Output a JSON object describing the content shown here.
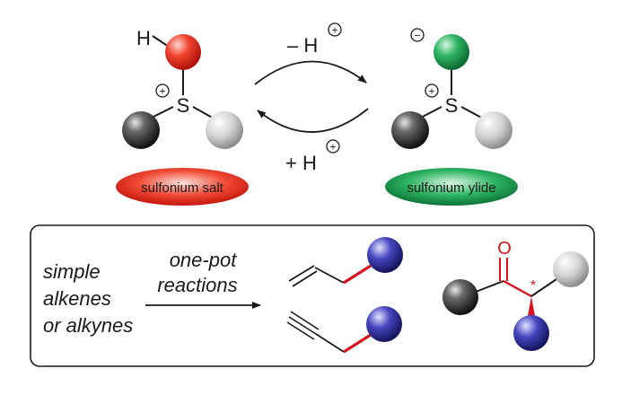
{
  "top": {
    "left_molecule": {
      "proton_label": "H",
      "charge_label": "+",
      "sulfur_label": "S",
      "pill_label": "sulfonium salt"
    },
    "right_molecule": {
      "anion_label": "−",
      "charge_label": "+",
      "sulfur_label": "S",
      "pill_label": "sulfonium ylide"
    },
    "forward_label": "– H",
    "forward_charge": "+",
    "reverse_label": "+ H",
    "reverse_charge": "+"
  },
  "box": {
    "substrates": [
      "simple",
      "alkenes",
      "or alkynes"
    ],
    "reaction_label": [
      "one-pot",
      "reactions"
    ],
    "carbonyl_label": "O",
    "stereo_label": "*"
  },
  "colors": {
    "red": "#e32219",
    "green": "#1d9b52",
    "blue": "#2f2fa0",
    "black": "#1a1a1a",
    "grey": "#c8c8c8",
    "bond_red": "#d7131d"
  }
}
